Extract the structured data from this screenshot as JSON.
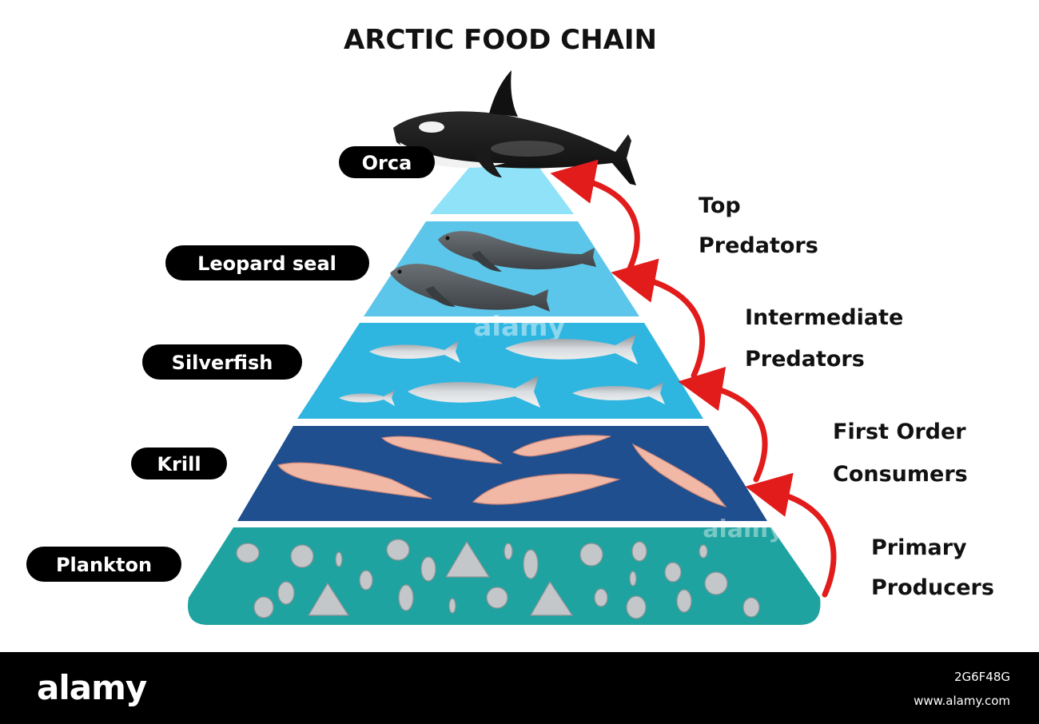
{
  "title": "ARCTIC FOOD CHAIN",
  "levels": [
    {
      "label": "Orca",
      "role_line1": "Top",
      "role_line2": "Predators",
      "color": "#8fe2f7"
    },
    {
      "label": "Leopard seal",
      "role_line1": "Intermediate",
      "role_line2": "Predators",
      "color": "#5cc6ea"
    },
    {
      "label": "Silverfish",
      "role_line1": "First Order",
      "role_line2": "Consumers",
      "color": "#2fb6e0"
    },
    {
      "label": "Krill",
      "role_line1": "Primary",
      "role_line2": "Producers",
      "color": "#1f4f8e"
    },
    {
      "label": "Plankton",
      "color": "#1fa3a0"
    }
  ],
  "colors": {
    "arrow": "#e21b1b",
    "label_pill": "#000000"
  },
  "watermark": "alamy",
  "footer": {
    "logo": "alamy",
    "image_id": "2G6F48G",
    "url": "www.alamy.com"
  }
}
